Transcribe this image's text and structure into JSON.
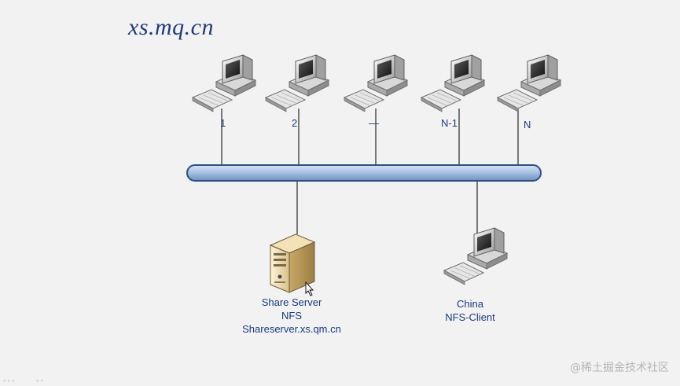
{
  "title": "xs.mq.cn",
  "clients": [
    {
      "label": "1"
    },
    {
      "label": "2"
    },
    {
      "label": "—"
    },
    {
      "label": "N-1"
    },
    {
      "label": "N"
    }
  ],
  "server": {
    "line1": "Share Server",
    "line2": "NFS",
    "line3": "Shareserver.xs.qm.cn"
  },
  "nfs_client": {
    "line1": "China",
    "line2": "NFS-Client"
  },
  "watermark": "@稀土掘金技术社区",
  "colors": {
    "bus_fill": "#a9c4e4",
    "bus_stroke": "#2f4f80",
    "label_text": "#1a3a7c",
    "title_text": "#1f3a7a"
  }
}
